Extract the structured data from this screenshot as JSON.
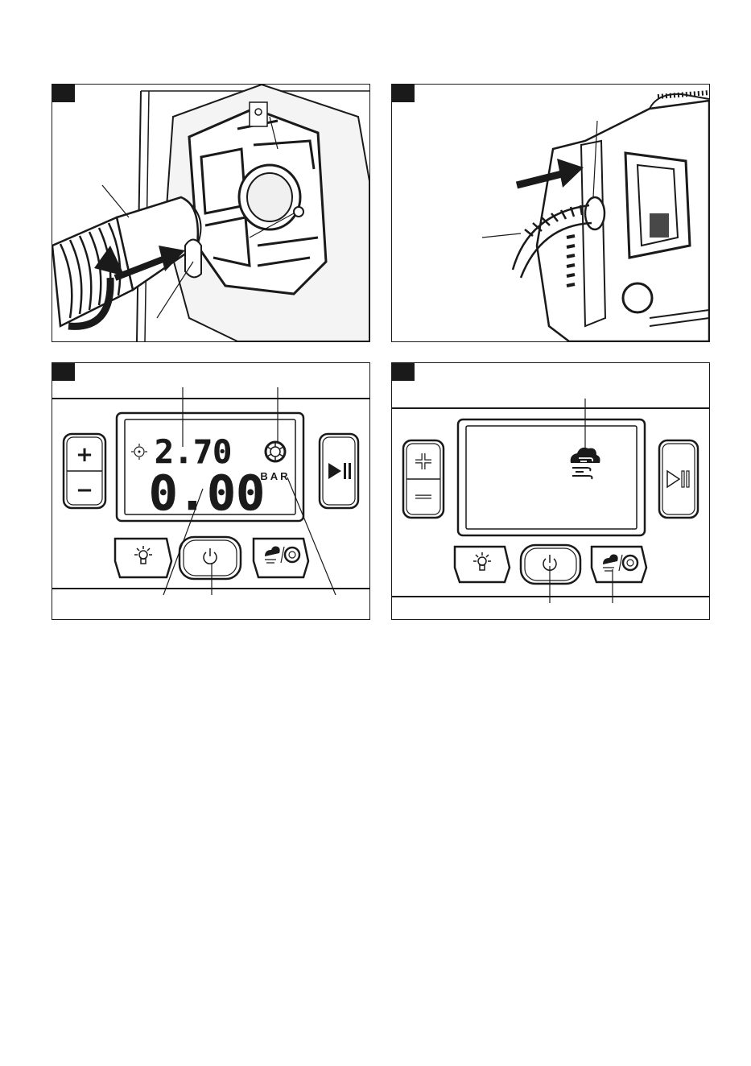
{
  "figures": [
    {
      "id": "fig1",
      "tag": ""
    },
    {
      "id": "fig2",
      "tag": ""
    },
    {
      "id": "fig3",
      "tag": ""
    },
    {
      "id": "fig4",
      "tag": ""
    }
  ],
  "display_fig3": {
    "upper_value": "2.70",
    "lower_value": "0.00",
    "unit": "BAR"
  },
  "buttons": {
    "plus": "+",
    "minus": "−",
    "play_pause": "▶II"
  },
  "icons": {
    "light": "light-bulb-icon",
    "power": "power-icon",
    "mode": "weather-tire-mode-icon",
    "target": "crosshair-icon",
    "tire": "tire-icon",
    "cloud_wind": "cloud-wind-icon"
  },
  "colors": {
    "ink": "#1a1a1a",
    "paper": "#ffffff",
    "shade": "#d6d6d6"
  }
}
